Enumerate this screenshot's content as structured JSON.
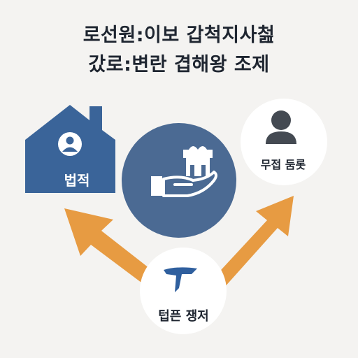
{
  "title": {
    "line1": "로선원:이보 갑척지사첦",
    "line2": "갔로:변란 겹해왕 조제"
  },
  "nodes": {
    "house": {
      "label": "법적",
      "icon": "house-person-icon",
      "color": "#3a6499"
    },
    "center": {
      "icon": "hand-giving-gift-icon",
      "color": "#4b6a93"
    },
    "person": {
      "label": "무접 둠롯",
      "icon": "person-icon"
    },
    "bottom": {
      "label": "텁픈 쟁저",
      "icon": "pen-nib-icon",
      "color": "#2f5f9e"
    }
  },
  "arrows": {
    "color": "#e79b42"
  }
}
